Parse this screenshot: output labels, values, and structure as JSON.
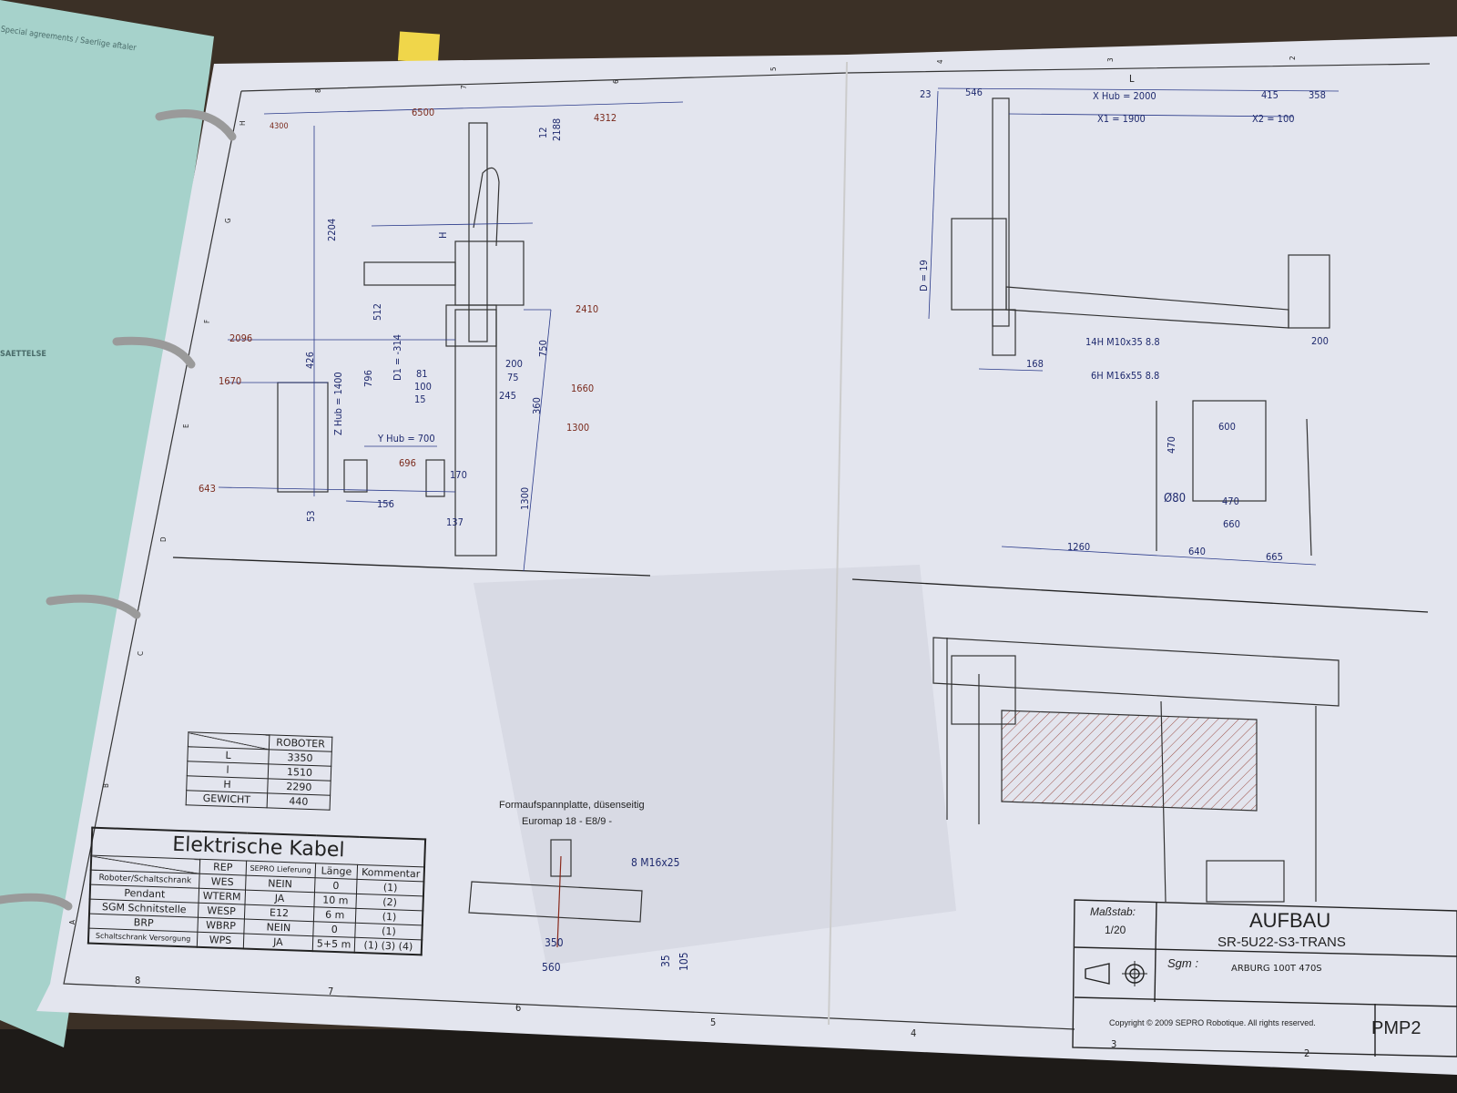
{
  "binder_tab": {
    "text": "Special agreements / Saerlige aftaler",
    "side_text": "SAETTELSE"
  },
  "top_view": {
    "dims": [
      "6500",
      "4312",
      "4300",
      "12",
      "2188",
      "2204",
      "2410",
      "2096",
      "1670",
      "643",
      "512",
      "426",
      "796",
      "D1 = -314",
      "Z Hub = 1400",
      "81",
      "100",
      "15",
      "200",
      "75",
      "245",
      "1660",
      "750",
      "360",
      "1300",
      "Y Hub = 700",
      "696",
      "170",
      "156",
      "137",
      "53",
      "1300",
      "H"
    ]
  },
  "side_view": {
    "dims": [
      "L",
      "23",
      "546",
      "X Hub = 2000",
      "415",
      "358",
      "X1 = 1900",
      "X2 = 100",
      "D = 19",
      "168",
      "14H M10x35 8.8",
      "6H M16x55 8.8",
      "200",
      "600",
      "470",
      "Ø80",
      "470",
      "660",
      "1260",
      "640",
      "665"
    ]
  },
  "roboter_table": {
    "header": "ROBOTER",
    "rows": [
      {
        "label": "L",
        "value": "3350"
      },
      {
        "label": "l",
        "value": "1510"
      },
      {
        "label": "H",
        "value": "2290"
      },
      {
        "label": "GEWICHT",
        "value": "440"
      }
    ]
  },
  "kabel_table": {
    "title": "Elektrische Kabel",
    "headers": [
      "REP",
      "SEPRO Lieferung",
      "Länge",
      "Kommentar"
    ],
    "rows": [
      [
        "Roboter/Schaltschrank",
        "WES",
        "NEIN",
        "0",
        "(1)"
      ],
      [
        "Pendant",
        "WTERM",
        "JA",
        "10 m",
        "(2)"
      ],
      [
        "SGM Schnitstelle",
        "WESP",
        "E12",
        "6 m",
        "(1)"
      ],
      [
        "BRP",
        "WBRP",
        "NEIN",
        "0",
        "(1)"
      ],
      [
        "Schaltschrank Versorgung",
        "WPS",
        "JA",
        "5+5 m",
        "(1) (3) (4)"
      ]
    ]
  },
  "platen": {
    "title": "Formaufspannplatte, düsenseitig",
    "subtitle": "Euromap 18   - E8/9 -",
    "callout": "8 M16x25",
    "dims": [
      "350",
      "560",
      "35",
      "105"
    ]
  },
  "title_block": {
    "scale_label": "Maßstab:",
    "scale": "1/20",
    "title": "AUFBAU",
    "model": "SR-5U22-S3-TRANS",
    "sgm_label": "Sgm :",
    "sgm": "ARBURG 100T 470S",
    "copyright": "Copyright © 2009 SEPRO Robotique. All rights reserved.",
    "drawing_no": "PMP2"
  },
  "frame_numbers": {
    "bottom": [
      "8",
      "7",
      "6",
      "5",
      "4",
      "3",
      "2"
    ],
    "top": [
      "8",
      "7",
      "6",
      "5",
      "4",
      "3",
      "2"
    ],
    "left": [
      "H",
      "G",
      "F",
      "E",
      "D",
      "C",
      "B",
      "A"
    ]
  },
  "colors": {
    "paper": "#e3e5ee",
    "binder": "#a9d4cc",
    "dimension": "#1f2a6e",
    "redline": "#8a2a1c"
  }
}
